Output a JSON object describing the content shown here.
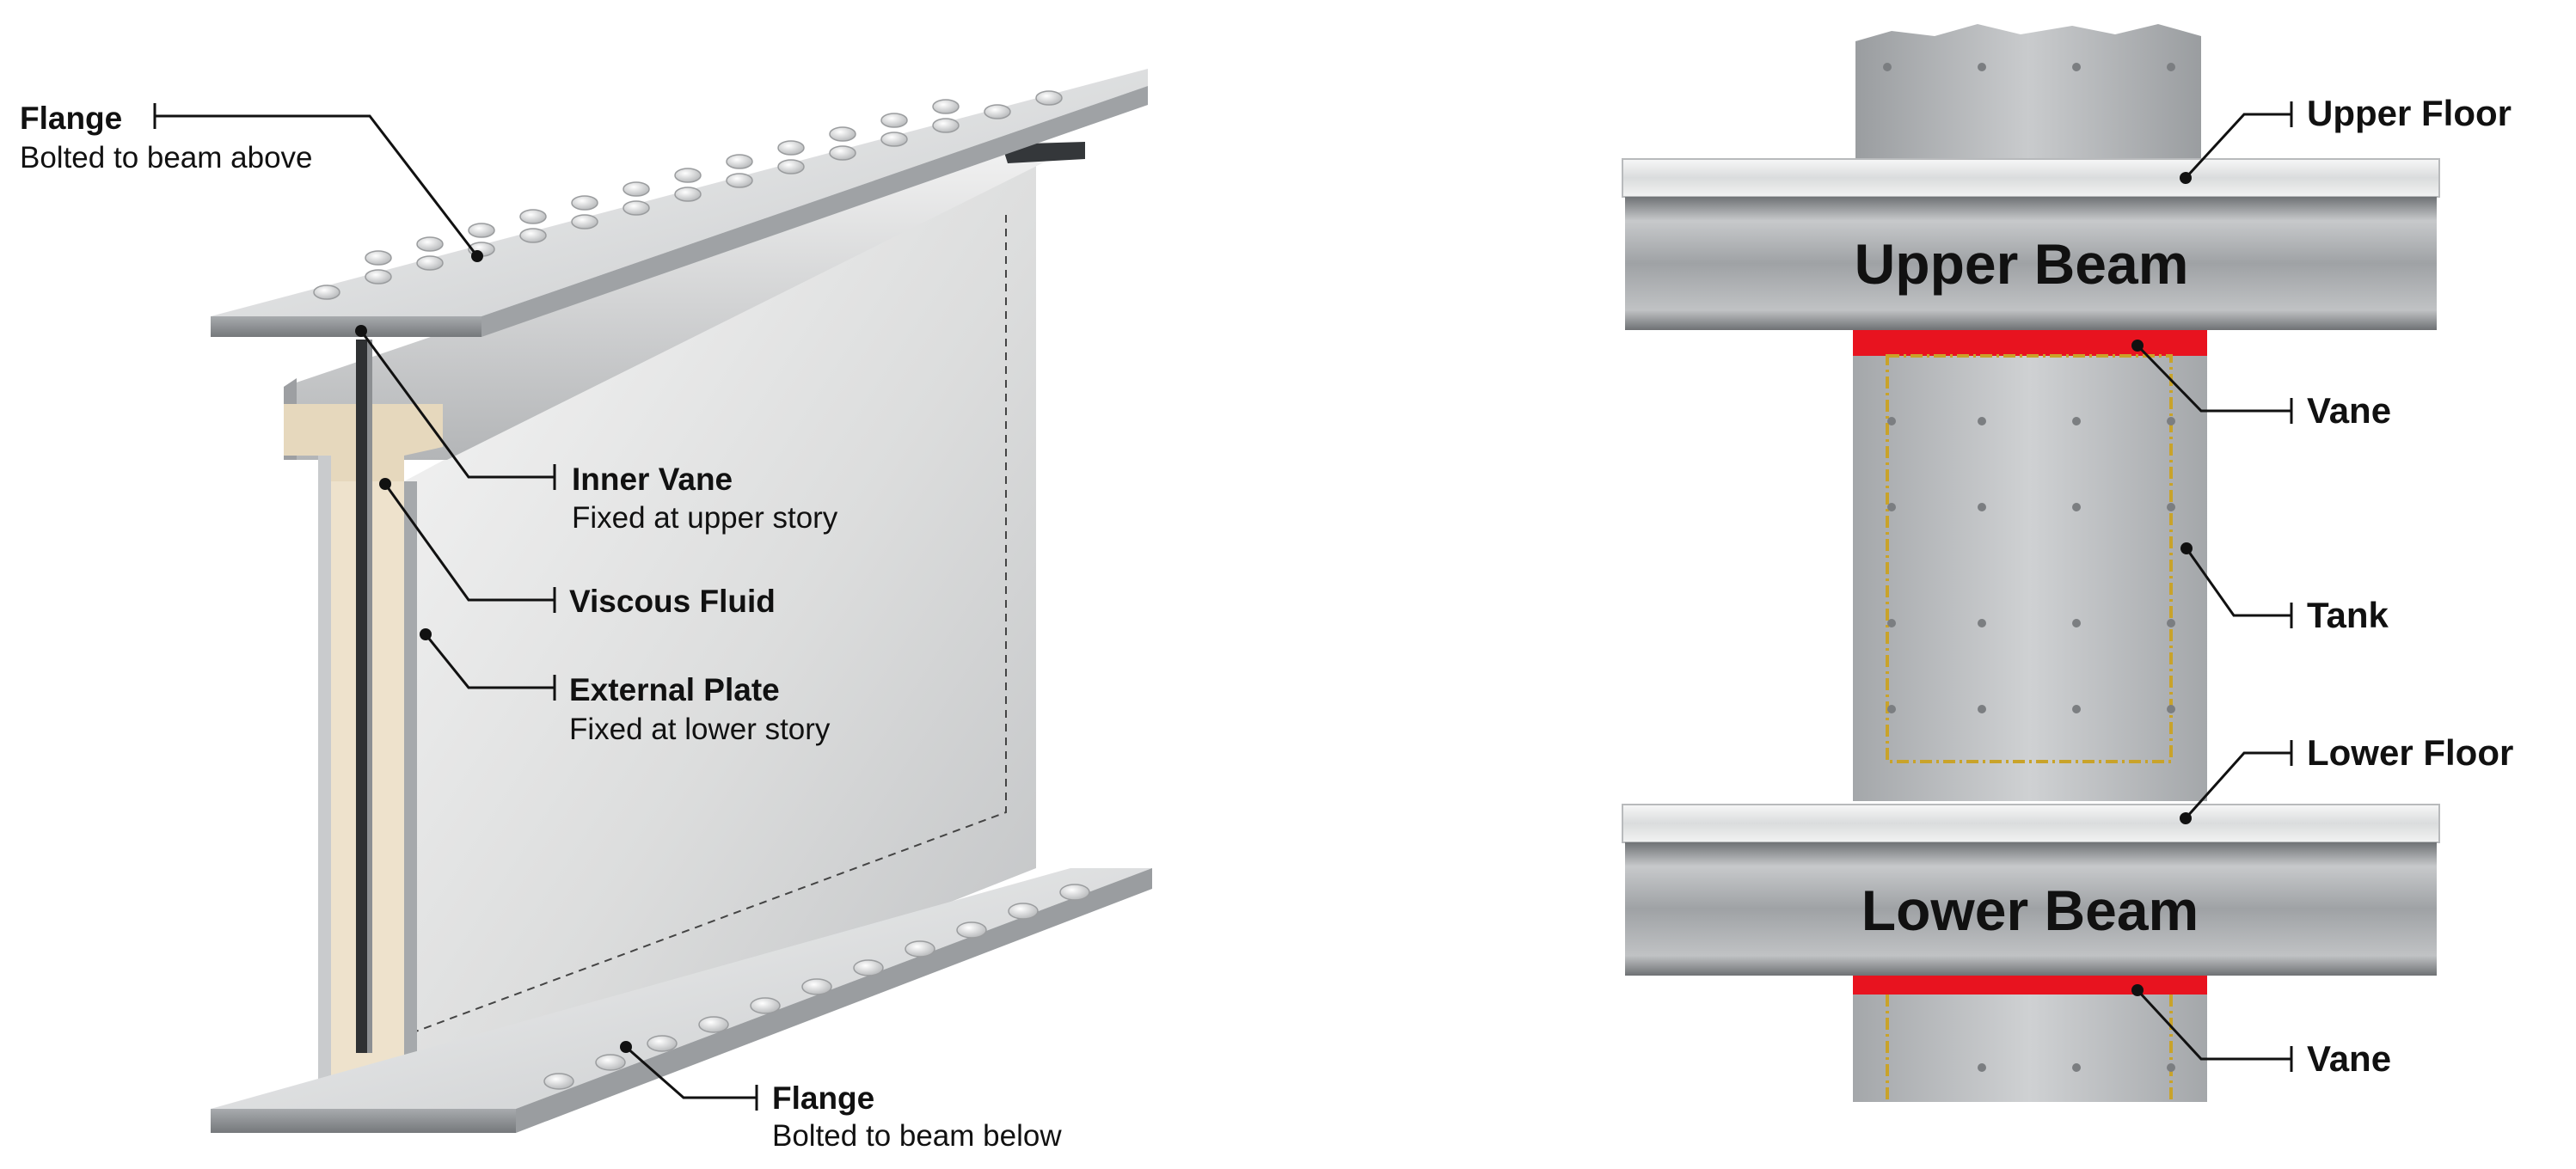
{
  "left_diagram": {
    "labels": {
      "flange_top": {
        "title": "Flange",
        "sub": "Bolted to beam above"
      },
      "inner_vane": {
        "title": "Inner Vane",
        "sub": "Fixed at upper story"
      },
      "viscous_fluid": {
        "title": "Viscous Fluid"
      },
      "external_plate": {
        "title": "External Plate",
        "sub": "Fixed at lower story"
      },
      "flange_bottom": {
        "title": "Flange",
        "sub": "Bolted to beam below"
      }
    }
  },
  "right_diagram": {
    "beams": {
      "upper": "Upper Beam",
      "lower": "Lower Beam"
    },
    "labels": {
      "upper_floor": "Upper Floor",
      "vane_upper": "Vane",
      "tank": "Tank",
      "lower_floor": "Lower Floor",
      "vane_lower": "Vane"
    }
  },
  "colors": {
    "steel_light": "#e9eaeb",
    "steel_mid": "#b9bbbd",
    "steel_dark": "#7d8083",
    "fluid": "#eee2cc",
    "vane_red": "#e8131f",
    "tank_outline": "#c9a32a"
  }
}
